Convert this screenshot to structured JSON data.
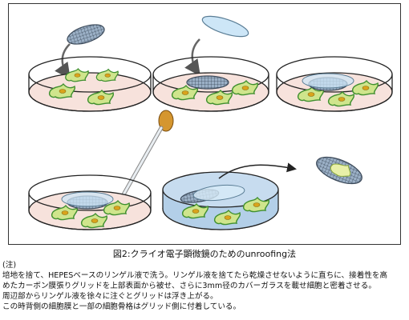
{
  "figure": {
    "caption": "図2:クライオ電子顕微鏡のためのunroofing法"
  },
  "notes": {
    "heading": "(注)",
    "lines": [
      "培地を捨て、HEPESベースのリンゲル液で洗う。リンゲル液を捨てたら乾燥させないように直ちに、接着性を高",
      "めたカーボン膜張りグリッドを上部表面から被せ、さらに3mm径のカバーガラスを載せ細胞と密着させる。",
      "周辺部からリンゲル液を徐々に注ぐとグリッドは浮き上がる。",
      "この時背側の細胞膜と一部の細胞骨格はグリッド側に付着している。"
    ]
  },
  "colors": {
    "dish_floor": "#f7e2dc",
    "dish_outline": "#222222",
    "cell_fill": "#cfe58c",
    "cell_border": "#3f8f2f",
    "cell_nucleus": "#d9a41c",
    "grid_fill": "#8fa7bf",
    "coverslip": "#cde6f7",
    "liquid": "#b3cfe8",
    "arrow": "#666666"
  },
  "icons": [
    "petri-dish-icon",
    "grid-icon",
    "coverslip-icon",
    "pipette-icon",
    "arrow-icon",
    "cell-icon"
  ]
}
